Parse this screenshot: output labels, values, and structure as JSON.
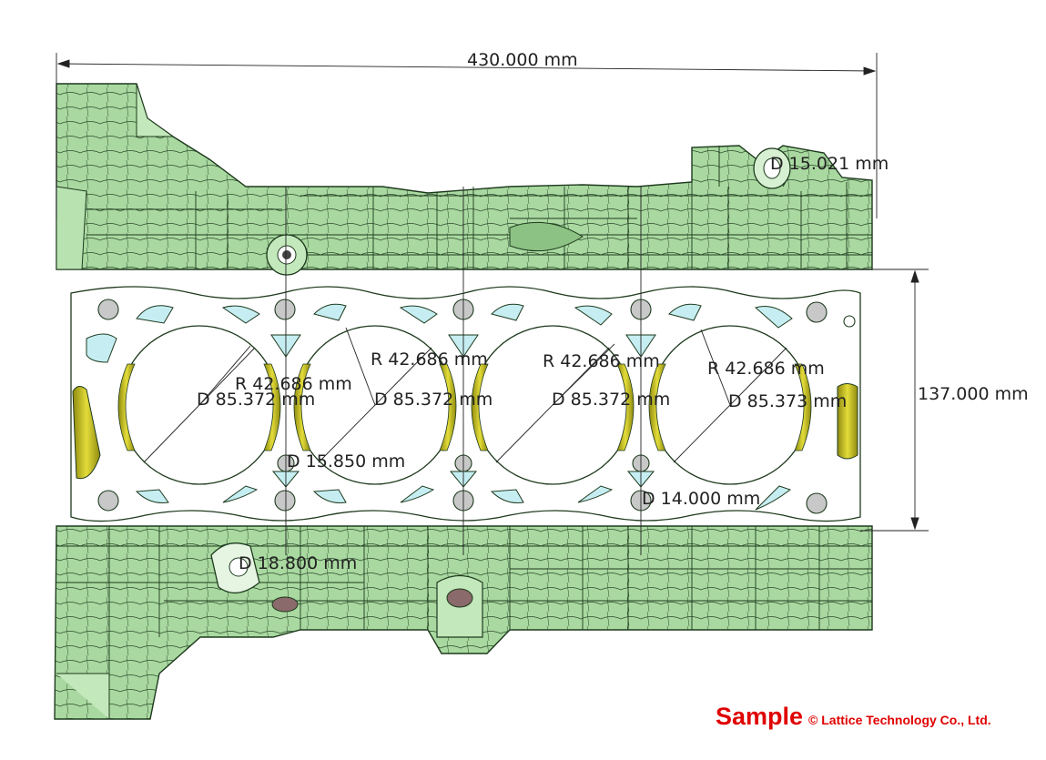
{
  "dimensions": {
    "overall_length": "430.000 mm",
    "gasket_height": "137.000 mm",
    "top_boss_dia": "D 15.021 mm",
    "bore_radius_1": "R 42.686 mm",
    "bore_radius_2": "R 42.686 mm",
    "bore_radius_3": "R 42.686 mm",
    "bore_radius_4": "R 42.686 mm",
    "bore_dia_1": "D 85.372 mm",
    "bore_dia_2": "D 85.372 mm",
    "bore_dia_3": "D 85.372 mm",
    "bore_dia_4": "D 85.373 mm",
    "bolt_hole_dia": "D 15.850 mm",
    "small_hole_dia": "D 14.000 mm",
    "bottom_boss_dia": "D 18.800 mm"
  },
  "watermark": {
    "label": "Sample",
    "copyright": "© Lattice Technology Co., Ltd."
  },
  "colors": {
    "block_green": "#a9d9a0",
    "block_edge": "#1e3a1e",
    "gasket": "#ffffff",
    "water_port": "#c6eef2",
    "cylinder_wall": "#c9c21f",
    "watermark_red": "#e00000"
  }
}
